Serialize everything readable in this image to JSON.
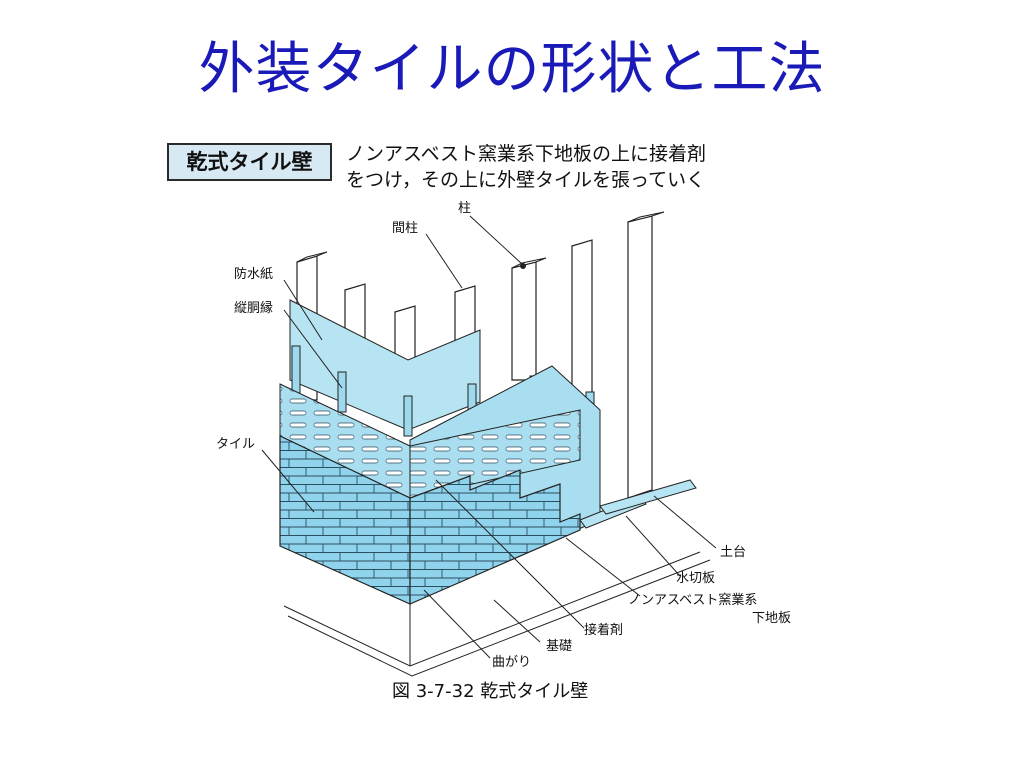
{
  "slide": {
    "title": "外装タイルの形状と工法"
  },
  "figure": {
    "badge": "乾式タイル壁",
    "description_line1": "ノンアスベスト窯業系下地板の上に接着剤",
    "description_line2": "をつけ，その上に外壁タイルを張っていく",
    "caption": "図 3-7-32 乾式タイル壁",
    "labels": {
      "post": "柱",
      "stud": "間柱",
      "waterproof_paper": "防水紙",
      "furring": "縦胴縁",
      "tile": "タイル",
      "sill": "土台",
      "flashing": "水切板",
      "board_line1": "ノンアスベスト窯業系",
      "board_line2": "下地板",
      "adhesive": "接着剤",
      "foundation": "基礎",
      "corner": "曲がり"
    },
    "colors": {
      "tile_fill": "#8fd3ec",
      "board_fill": "#a9def0",
      "paper_fill": "#b7e4f2",
      "title": "#1a1ab8"
    }
  }
}
